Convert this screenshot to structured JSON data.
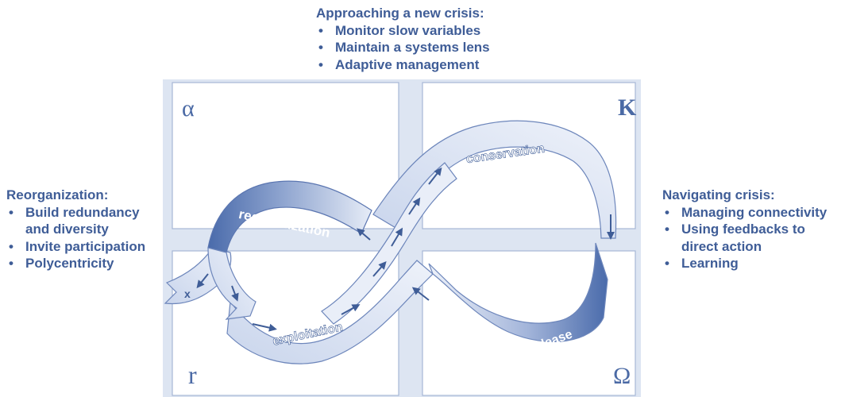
{
  "top_note": {
    "heading": "Approaching a new crisis:",
    "bullets": [
      "Monitor slow variables",
      "Maintain a systems lens",
      "Adaptive management"
    ]
  },
  "left_note": {
    "heading": "Reorganization:",
    "bullets": [
      "Build redundancy and diversity",
      "Invite participation",
      "Polycentricity"
    ],
    "lines": [
      {
        "bullet": true,
        "text": "Build redundancy"
      },
      {
        "bullet": false,
        "text": "and diversity"
      },
      {
        "bullet": true,
        "text": "Invite participation"
      },
      {
        "bullet": true,
        "text": "Polycentricity"
      }
    ]
  },
  "right_note": {
    "heading": "Navigating crisis:",
    "bullets": [
      "Managing connectivity",
      "Using feedbacks to direct action",
      "Learning"
    ],
    "lines": [
      {
        "bullet": true,
        "text": "Managing connectivity"
      },
      {
        "bullet": true,
        "text": "Using feedbacks to"
      },
      {
        "bullet": false,
        "text": "direct action"
      },
      {
        "bullet": true,
        "text": "Learning"
      }
    ]
  },
  "diagram": {
    "quadrants": {
      "alpha": "α",
      "K": "K",
      "r": "r",
      "omega": "Ω"
    },
    "phases": {
      "reorganization": "reorganization",
      "conservation": "conservation",
      "exploitation": "exploitation",
      "release": "release",
      "exit": "x"
    }
  },
  "bullet_glyph": "•",
  "colors": {
    "text": "#3f5d97",
    "panel": "#ffffff",
    "panel_border": "#a7b7d6",
    "gap": "#dde5f2",
    "ribbon_light": "#e3eaf6",
    "ribbon_dark": "#4a6bab",
    "letter": "#4b6aa5"
  }
}
